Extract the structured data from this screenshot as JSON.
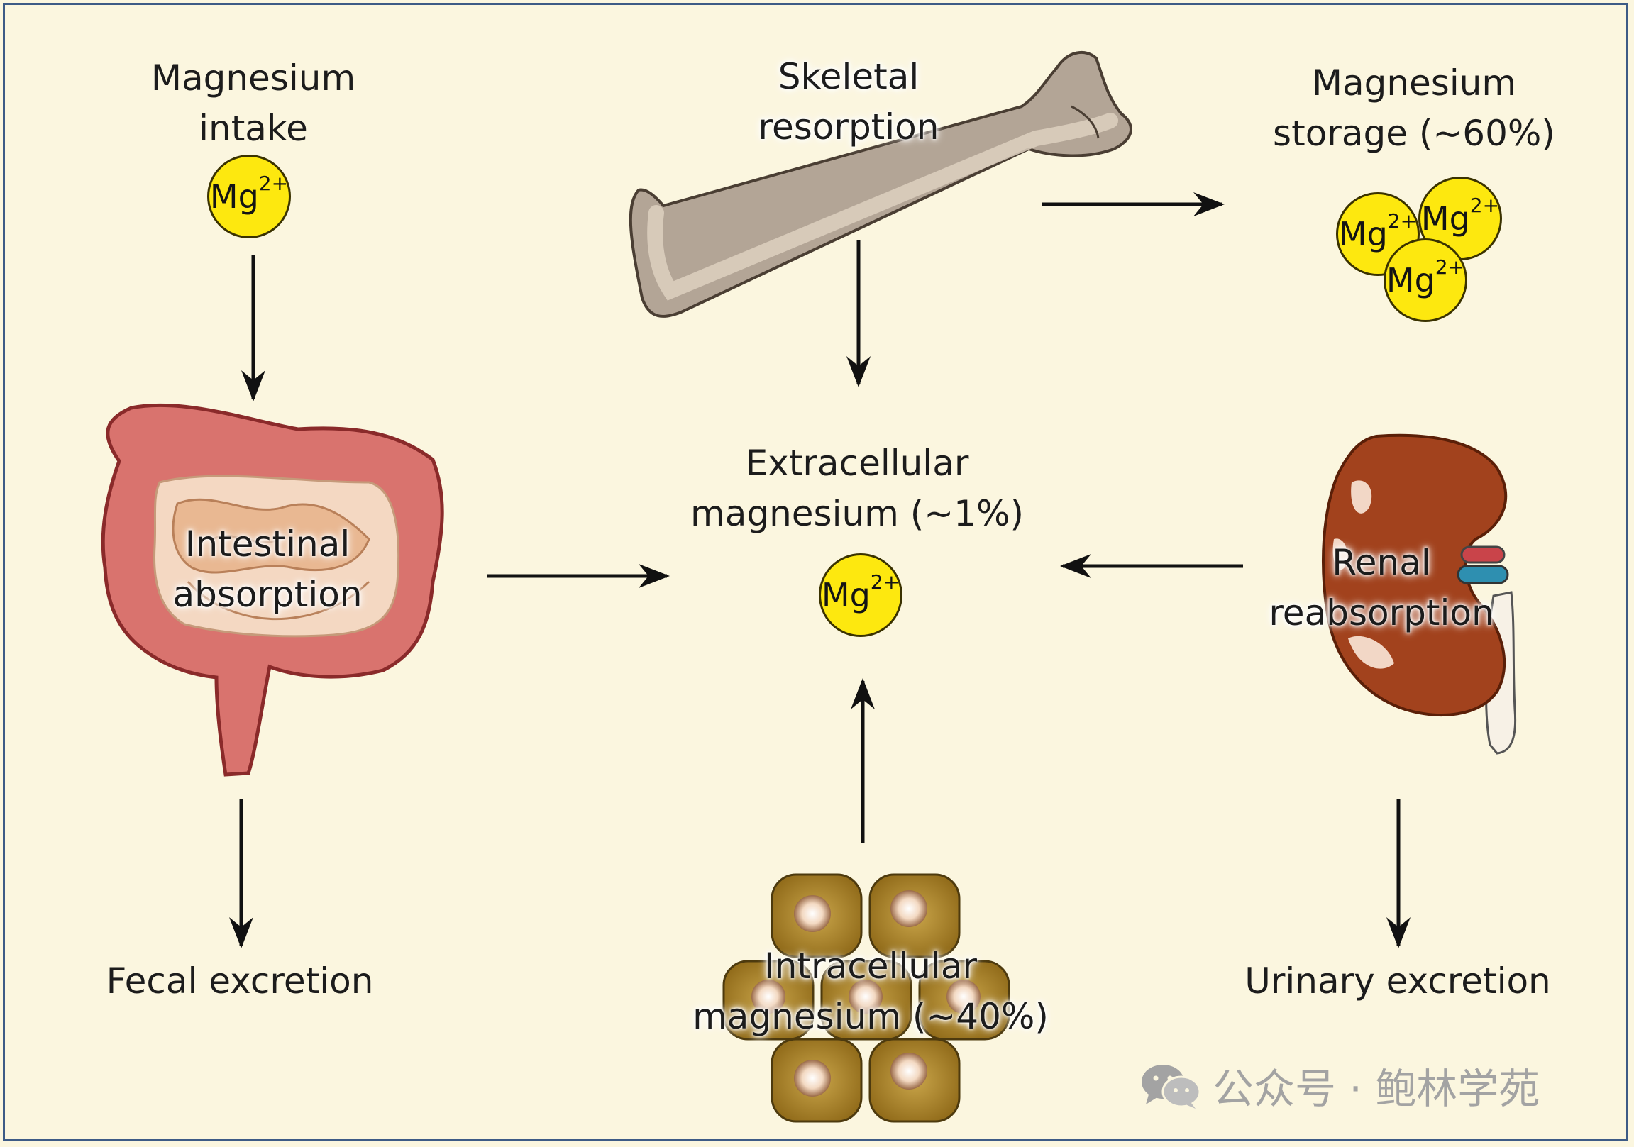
{
  "labels": {
    "intake": [
      "Magnesium",
      "intake"
    ],
    "skeletal": [
      "Skeletal",
      "resorption"
    ],
    "storage": [
      "Magnesium",
      "storage (~60%)"
    ],
    "intestinal": [
      "Intestinal",
      "absorption"
    ],
    "extracellular": [
      "Extracellular",
      "magnesium (~1%)"
    ],
    "renal": [
      "Renal",
      "reabsorption"
    ],
    "fecal": "Fecal excretion",
    "intracellular": [
      "Intracellular",
      "magnesium (~40%)"
    ],
    "urinary": "Urinary excretion"
  },
  "ion": {
    "symbol": "Mg",
    "charge": "2+"
  },
  "watermark": {
    "icon": "wechat-icon",
    "text": "公众号 · 鲍林学苑"
  },
  "colors": {
    "background": "#fbf6df",
    "frame": "#3d5b86",
    "ion_fill": "#fde80f",
    "intestine": "#d9736e",
    "bone": "#b3a596",
    "kidney": "#a2421d",
    "cell": "#a8812a",
    "watermark": "#a3a3a3"
  }
}
